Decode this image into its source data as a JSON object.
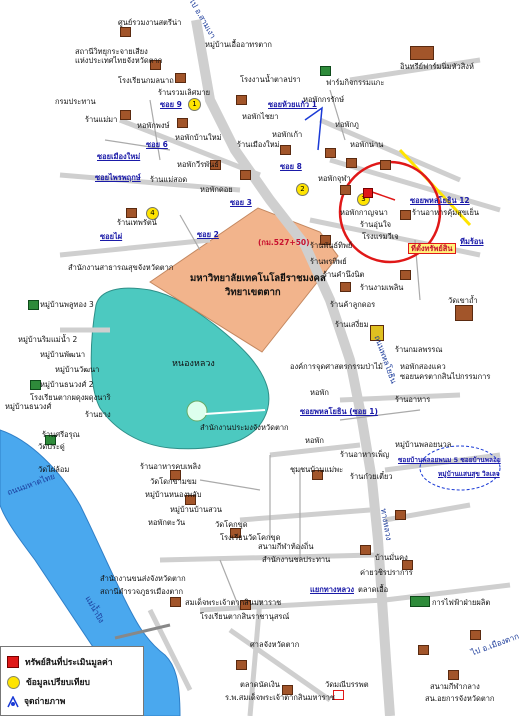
{
  "labels": {
    "school_top": "ศูนย์รวมงานสตรีน่า",
    "kindergarten": "สถานีวิทยุกระจายเสียง\nแห่งประเทศไทยจังหวัดตาก",
    "primary_school": "โรงเรียนกมลนาถ",
    "village_top": "หมู่บ้านเอื้ออาทรตาก",
    "farm": "ฟาร์มกิจกรรมแกะ",
    "cattle_ranch": "อินทรีย์ฟาร์มนิ่มหัวสิงห์",
    "kromprathan": "กรมประทาน",
    "shop_mae": "ร้านแม่มา",
    "rai": "ร้านรวมเลิศมาย",
    "factory_top": "โรงงานน้ำตาลปรา",
    "soi_tangsadet": "ซอยห้วยแก้ว 1",
    "hoo_ranger": "หอพักกรรักษ์",
    "hoo_chaiya": "หอพักไชยา",
    "muangmai": "ร้านเมืองใหม่",
    "banmai": "หอพักบ้านใหม่",
    "soi_muang": "ซอยเมืองใหม่",
    "pob": "หอพักพงษ์",
    "hoo_sawas": "หอพักวีรพันธ์",
    "mae_sot": "ร้านแม่สอด",
    "hoo_doi": "หอพักดอย",
    "soi2": "ซอย 2",
    "soi8": "ซอย 8",
    "soi9": "ซอย 9",
    "soi3": "ซอย 3",
    "soi6": "ซอย 6",
    "soi_kho": "ซอยไพรพฤกษ์",
    "hoo_kao": "หอพักเก้า",
    "hoo_pu": "หอพักภู",
    "hoo_nan": "หอพักน่าน",
    "hoo_jun": "หอพักจุฬา",
    "shop_toy": "ร้านเทพรัตน์",
    "soi_pai": "ซอยไผ่",
    "rajamangala": "มหาวิทยาลัยเทคโนโลยีราชมงคล",
    "rajamangala2": "วิทยาเขตตาก",
    "km": "(กม.527+50)",
    "sanam_rama": "สำนักงานสาธารณสุขจังหวัดตาก",
    "soi_khom": "ซอยพหลโยธิน 12",
    "shop_pho": "ร้านอาหารคุ้มสุขเย็น",
    "shop_oo": "ร้านอุ่นใจ",
    "hoo_karn": "หอพักกาญจนา",
    "shop_phan": "ร้านพันธ์ทิพย์",
    "shop_vc": "โรงแรมวีเจ",
    "shop_tp": "ร้านพรทิพย์",
    "hoo_name": "ร้านคำนึงนิต",
    "thip_sorn": "ทีมร้อน",
    "teachers": "ที่ตั้งทรัพย์สิน",
    "wat": "วัดเขาถ้ำ",
    "shop_deer": "ร้านค้าลูกดอร",
    "shop_ngam": "ร้านงามเพลิน",
    "shop_seng": "ร้านเสงี่ยม",
    "org": "องค์การจุดศาสตรกรรมป่าไม้",
    "shop_kamon": "ร้านกมลพรรณ",
    "pant": "หอพักสองแคว",
    "mubaan1": "หมู่บ้านพลูทอง 3",
    "mubaan2": "หมู่บ้านริมแม่น้ำ 2",
    "mubaan3": "หมู่บ้านพัฒนา",
    "mubaan4": "หมู่บ้านวัฒนา",
    "mubaan5": "หมู่บ้านธนวงศ์ 2",
    "mubaan6": "หมู่บ้านธนวงศ์",
    "school_n": "โรงเรียนตากผดุงผดุงนาริ",
    "shop_ua": "ร้านยาง",
    "nong_luang": "หนองหลวง",
    "office": "สำนักงานประมงจังหวัดตาก",
    "sa_kook": "ร้านศรีอรุณ",
    "wat_jai": "วัดประดู่",
    "hospital": "วัดไผ่ล้อม",
    "shop_nuen": "ร้านอาหารคบเพลิง",
    "hoo_nok": "หอพัก",
    "hoo_nok2": "หอพัก",
    "soi_phah": "ซอยพหลโยธิน (ซอย 1)",
    "soi_nakhon": "ซอยนครตากสินไปกรรมการ",
    "shop_peng": "ร้านอาหารเพ็ญ",
    "shop_kuaytiew": "ร้านก๋วยเตี๋ยว",
    "shop_cp": "ร้านอาหาร",
    "chumchon": "ชุมชนบ้านแม่พะ",
    "wat_tho": "วัดโดกขามขม",
    "mubaan7": "หมู่บ้านหนองพลับ",
    "mubaan8": "หมู่บ้านบ้านสวน",
    "hoo_tang": "หอพักตะวัน",
    "wat_khok": "วัดโคกขุด",
    "school_kok": "โรงเรียนวัดโคกขุด",
    "ban_kon": "บ้านมั่นคง",
    "sanam_khen": "สนามกีฬาท้องถิ่น",
    "sanam_office": "สำนักงานชลประทาน",
    "office_transport": "สำนักงานขนส่งจังหวัดตาก",
    "police_gen": "สถานีตำรวจภูธรเมืองตาก",
    "somdet": "สมเด็จพระเจ้าตากสินมหาราช",
    "school_sy": "โรงเรียนตากสินราชานุสรณ์",
    "court": "ศาลจังหวัดตาก",
    "intersection": "แยกทางหลวง",
    "market": "ตลาดเอื้อ",
    "camp": "ค่ายวชิรปราการ",
    "elec": "การไฟฟ้าฝ่ายผลิต",
    "hosp_name": "ร.พ.สมเด็จพระเจ้าตากสินมหาราช",
    "hosp_top": "ตลาดนัดเงิน",
    "wat_maneesri": "วัดมณีบรรพต",
    "sanam_kila": "สนามกีฬากลาง",
    "sanam_kila2": "สน.อยการจังหวัดตาก",
    "cowdaa": "หมู่บ้านพลอยนวล",
    "soi_ban": "ซอยบ้านพลอยพนม 5 ซอยบ้านพลอย",
    "soi_ban2": "หมู่บ้านแสนสุข วิลเลจ",
    "river_ping": "แม่น้ำปิง",
    "road_ping": "ถนนพหลโยธิน",
    "to_km": "ไป อ.สามเงา",
    "road_west": "ถนนมหาดไทย",
    "highway": "ทางหลวง",
    "to_tak": "ไป อ.เมืองตาก"
  },
  "legend": {
    "item1": "ทรัพย์สินที่ประเมินมูลค่า",
    "item2": "ข้อมูลเปรียบเทียบ",
    "item3": "จุดถ่ายภาพ"
  },
  "numbers": {
    "n1": "1",
    "n2": "2",
    "n3": "3",
    "n4": "4"
  },
  "colors": {
    "campus": "#f2b48c",
    "lake": "#4cc9c0",
    "river": "#4aa8ee",
    "road": "#cfcfcf",
    "highlight": "#e01818",
    "target": "#fff27a"
  }
}
